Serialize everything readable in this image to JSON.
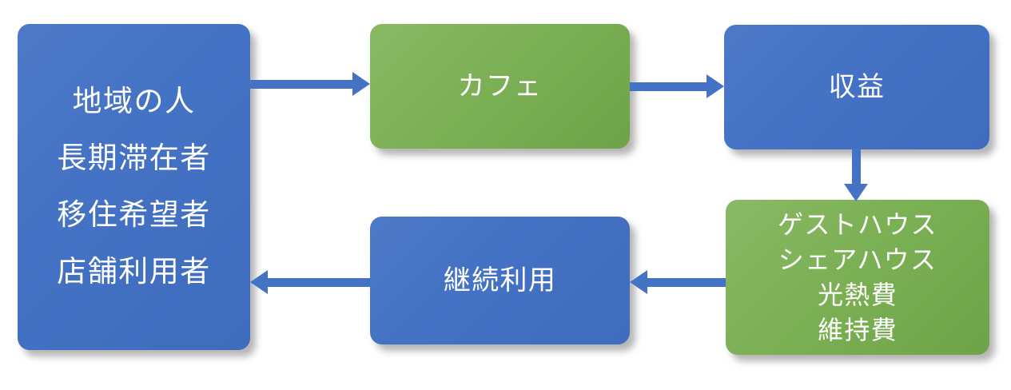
{
  "diagram": {
    "title": "",
    "background_color": "#ffffff",
    "palette": {
      "blue": "#4472C4",
      "green": "#7BAF52",
      "arrow": "#4472C4",
      "text": "#ffffff",
      "shadow": "rgba(120,120,120,0.55)"
    },
    "nodes": [
      {
        "id": "audience",
        "shape": "rounded-rectangle",
        "color": "blue",
        "lines": [
          "地域の人",
          "長期滞在者",
          "移住希望者",
          "店舗利用者"
        ]
      },
      {
        "id": "cafe",
        "shape": "rounded-rectangle",
        "color": "green",
        "lines": [
          "カフェ"
        ]
      },
      {
        "id": "revenue",
        "shape": "rounded-rectangle",
        "color": "blue",
        "lines": [
          "収益"
        ]
      },
      {
        "id": "lodging",
        "shape": "rounded-rectangle",
        "color": "green",
        "lines": [
          "ゲストハウス",
          "シェアハウス",
          "光熱費",
          "維持費"
        ]
      },
      {
        "id": "repeat",
        "shape": "rounded-rectangle",
        "color": "blue",
        "lines": [
          "継続利用"
        ]
      }
    ],
    "edges": [
      {
        "id": "audience-cafe",
        "from": "audience",
        "to": "cafe",
        "direction": "right",
        "label": ""
      },
      {
        "id": "cafe-revenue",
        "from": "cafe",
        "to": "revenue",
        "direction": "right",
        "label": ""
      },
      {
        "id": "revenue-lodging",
        "from": "revenue",
        "to": "lodging",
        "direction": "down",
        "label": ""
      },
      {
        "id": "lodging-repeat",
        "from": "lodging",
        "to": "repeat",
        "direction": "left",
        "label": ""
      },
      {
        "id": "repeat-audience",
        "from": "repeat",
        "to": "audience",
        "direction": "left",
        "label": ""
      }
    ]
  }
}
